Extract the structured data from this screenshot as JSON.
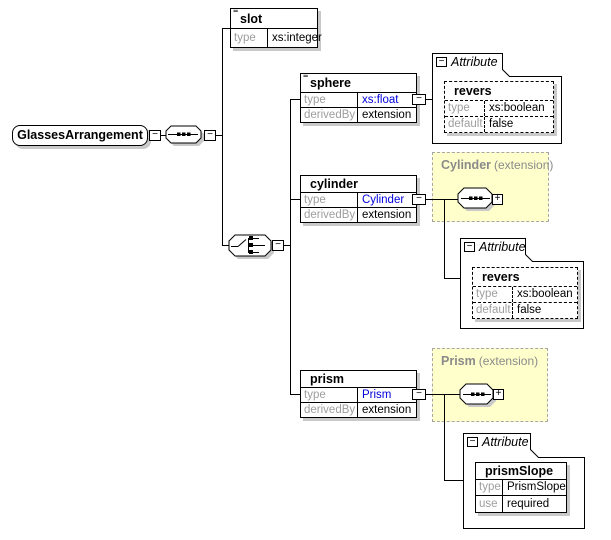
{
  "icons": {
    "collapse_glyph": "−",
    "expand_glyph": "+",
    "element_marker_glyph": "≡"
  },
  "colors": {
    "type_link_blue": "#0000dd",
    "extension_fill_yellow": "#ffffcc",
    "label_gray": "#9e9e9e",
    "extension_title_gray": "#8a8a8a"
  },
  "root": {
    "label": "GlassesArrangement"
  },
  "elements": {
    "slot": {
      "title": "slot",
      "rows": [
        {
          "label": "type",
          "value": "xs:integer"
        }
      ]
    },
    "sphere": {
      "title": "sphere",
      "rows": [
        {
          "label": "type",
          "value": "xs:float"
        },
        {
          "label": "derivedBy",
          "value": "extension"
        }
      ]
    },
    "cylinder": {
      "title": "cylinder",
      "rows": [
        {
          "label": "type",
          "value": "Cylinder"
        },
        {
          "label": "derivedBy",
          "value": "extension"
        }
      ]
    },
    "prism": {
      "title": "prism",
      "rows": [
        {
          "label": "type",
          "value": "Prism"
        },
        {
          "label": "derivedBy",
          "value": "extension"
        }
      ]
    }
  },
  "extensions": {
    "cylinder": {
      "title": "Cylinder",
      "suffix": "(extension)"
    },
    "prism": {
      "title": "Prism",
      "suffix": "(extension)"
    }
  },
  "attribute_groups": {
    "sphere_revers": {
      "tab_label": "Attribute",
      "name": "revers",
      "rows": [
        {
          "label": "type",
          "value": "xs:boolean"
        },
        {
          "label": "default",
          "value": "false"
        }
      ]
    },
    "cylinder_revers": {
      "tab_label": "Attribute",
      "name": "revers",
      "rows": [
        {
          "label": "type",
          "value": "xs:boolean"
        },
        {
          "label": "default",
          "value": "false"
        }
      ]
    },
    "prism_prismSlope": {
      "tab_label": "Attribute",
      "name": "prismSlope",
      "rows": [
        {
          "label": "type",
          "value": "PrismSlope"
        },
        {
          "label": "use",
          "value": "required"
        }
      ]
    }
  }
}
